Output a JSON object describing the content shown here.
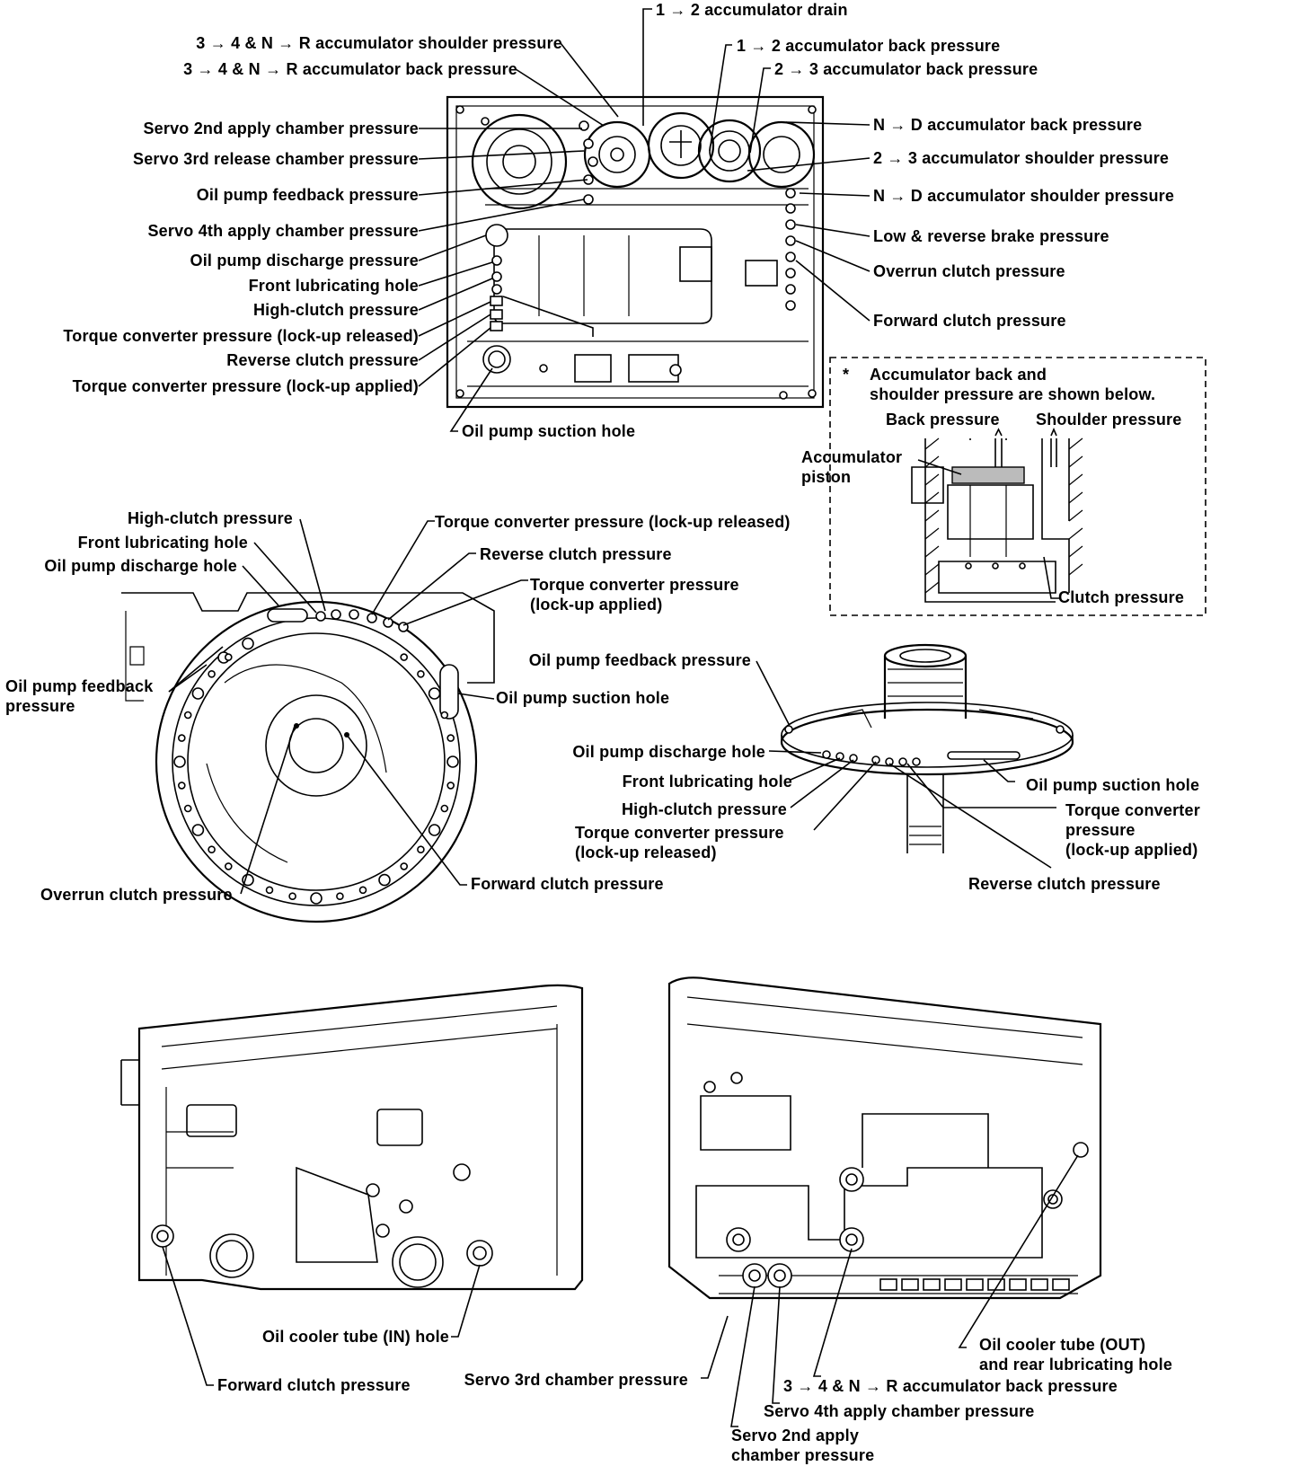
{
  "valve_body": {
    "left_labels": {
      "l1": "3 → 4 & N → R accumulator shoulder pressure",
      "l2": "3 → 4 & N → R accumulator back pressure",
      "l3": "Servo 2nd apply chamber pressure",
      "l4": "Servo 3rd release chamber pressure",
      "l5": "Oil pump feedback pressure",
      "l6": "Servo 4th apply chamber pressure",
      "l7": "Oil pump discharge pressure",
      "l8": "Front lubricating hole",
      "l9": "High-clutch pressure",
      "l10": "Torque converter pressure (lock-up released)",
      "l11": "Reverse clutch pressure",
      "l12": "Torque converter pressure (lock-up applied)"
    },
    "top_labels": {
      "t1": "1 → 2 accumulator drain",
      "t2": "1 → 2 accumulator back pressure",
      "t3": "2 → 3 accumulator back pressure"
    },
    "right_labels": {
      "r1": "N → D accumulator back pressure",
      "r2": "2 → 3 accumulator shoulder pressure",
      "r3": "N → D accumulator shoulder pressure",
      "r4": "Low & reverse brake pressure",
      "r5": "Overrun clutch pressure",
      "r6": "Forward clutch pressure"
    },
    "bottom_label": "Oil pump suction hole"
  },
  "accumulator_note": {
    "marker": "*",
    "text": "Accumulator back and\nshoulder pressure are shown below.",
    "back": "Back pressure",
    "shoulder": "Shoulder pressure",
    "piston": "Accumulator\npiston",
    "clutch": "Clutch pressure"
  },
  "housing_front": {
    "high_clutch": "High-clutch pressure",
    "front_lube": "Front lubricating hole",
    "discharge": "Oil pump discharge hole",
    "feedback": "Oil pump feedback\npressure",
    "tc_released": "Torque converter pressure (lock-up released)",
    "reverse": "Reverse clutch pressure",
    "tc_applied": "Torque converter pressure\n(lock-up applied)",
    "suction": "Oil pump suction hole",
    "overrun": "Overrun clutch pressure",
    "forward": "Forward clutch pressure"
  },
  "oil_pump": {
    "feedback": "Oil pump feedback pressure",
    "discharge": "Oil pump discharge hole",
    "front_lube": "Front lubricating hole",
    "high_clutch": "High-clutch pressure",
    "tc_released": "Torque converter pressure\n(lock-up released)",
    "suction": "Oil pump suction hole",
    "tc_applied": "Torque converter\npressure\n(lock-up applied)",
    "reverse": "Reverse clutch pressure"
  },
  "case_left": {
    "cooler_in": "Oil cooler tube (IN) hole",
    "forward": "Forward clutch pressure",
    "servo3": "Servo 3rd chamber pressure"
  },
  "case_right": {
    "cooler_out": "Oil cooler tube (OUT)\nand rear lubricating hole",
    "acc_back": "3 → 4 & N → R accumulator back pressure",
    "servo4": "Servo 4th apply chamber pressure",
    "servo2": "Servo 2nd apply\nchamber pressure"
  }
}
